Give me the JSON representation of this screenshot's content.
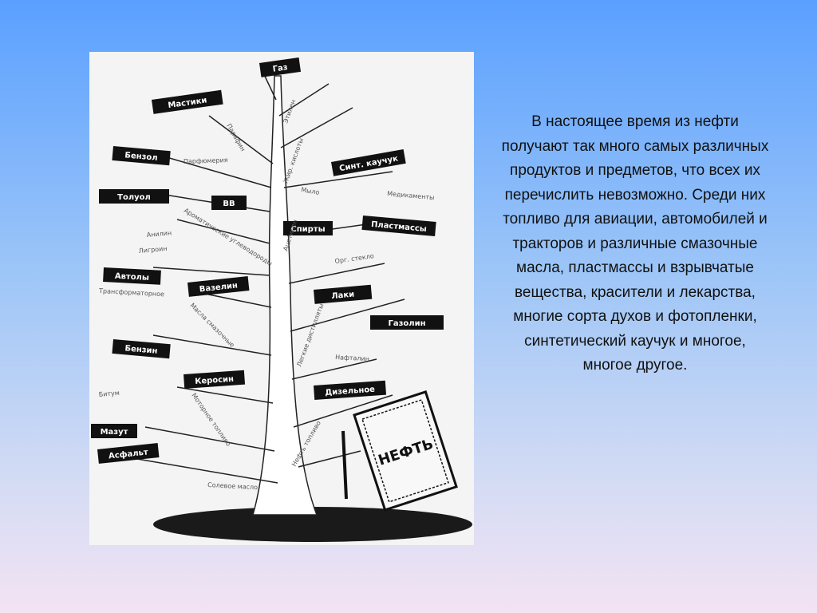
{
  "tree": {
    "dark_labels": [
      "Газ",
      "Мастики",
      "Бензол",
      "Толуол",
      "ВВ",
      "Синт. каучук",
      "Спирты",
      "Пластмассы",
      "Автолы",
      "Вазелин",
      "Лаки",
      "Газолин",
      "Бензин",
      "Керосин",
      "Дизельное",
      "Мазут",
      "Асфальт"
    ],
    "light_labels": [
      "Парафин",
      "Этилен",
      "Парфюмерия",
      "Жир. кислоты",
      "Мыло",
      "Медикаменты",
      "Анилин",
      "Лигроин",
      "Ароматические углеводороды",
      "Ацетилен",
      "Орг. стекло",
      "Трансформаторное",
      "Масла смазочные",
      "Легкие дистилляты",
      "Нафталин",
      "Битум",
      "Моторное топливо",
      "Нефть топливо",
      "Солевое масло"
    ],
    "barrel_label": "НЕФТЬ"
  },
  "body_text": "В настоящее время из нефти получают так много самых различных продуктов и предметов, что всех их перечислить невозможно. Среди них топливо для авиации, автомобилей и тракторов и различные смазочные масла, пластмассы и взрывчатые вещества, красители и лекарства, многие сорта духов и фотопленки, синтетический каучук и многое, многое другое."
}
